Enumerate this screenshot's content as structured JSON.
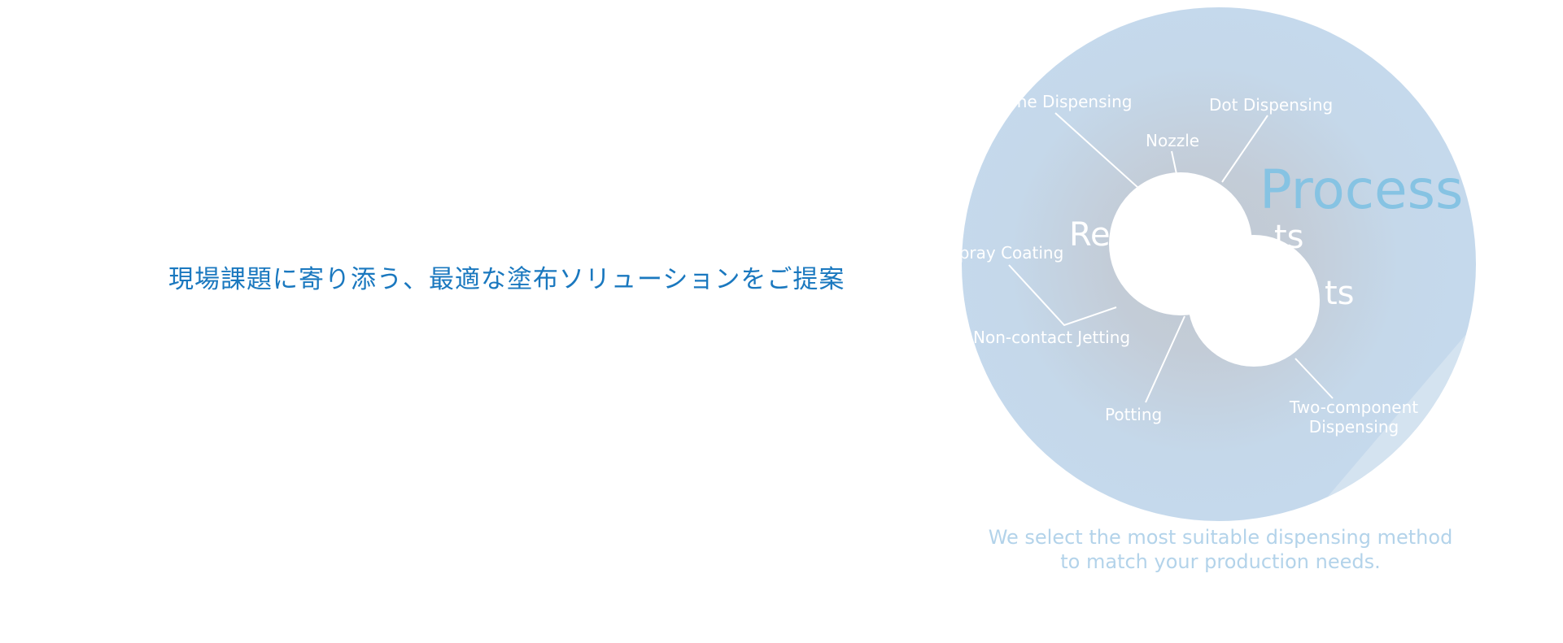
{
  "headline": "現場課題に寄り添う、最適な塗布ソリューションをご提案",
  "diagram": {
    "center_word": "Process",
    "hidden_fragments": {
      "upper_left": "Re",
      "upper_right": "ts",
      "lower_right": "ts"
    },
    "labels": {
      "line_dispensing": "Line Dispensing",
      "nozzle": "Nozzle",
      "dot_dispensing": "Dot Dispensing",
      "spray_coating": "Spray Coating",
      "non_contact_jetting": "Non-contact Jetting",
      "potting": "Potting",
      "two_component_1": "Two-component",
      "two_component_2": "Dispensing"
    },
    "colors": {
      "disc": "#c5d9ec",
      "disc_center": "#c3ccd6",
      "accent": "#86c3e3",
      "label": "#ffffff"
    }
  },
  "caption": {
    "line1": "We select the most suitable dispensing method",
    "line2": "to match your production needs."
  }
}
